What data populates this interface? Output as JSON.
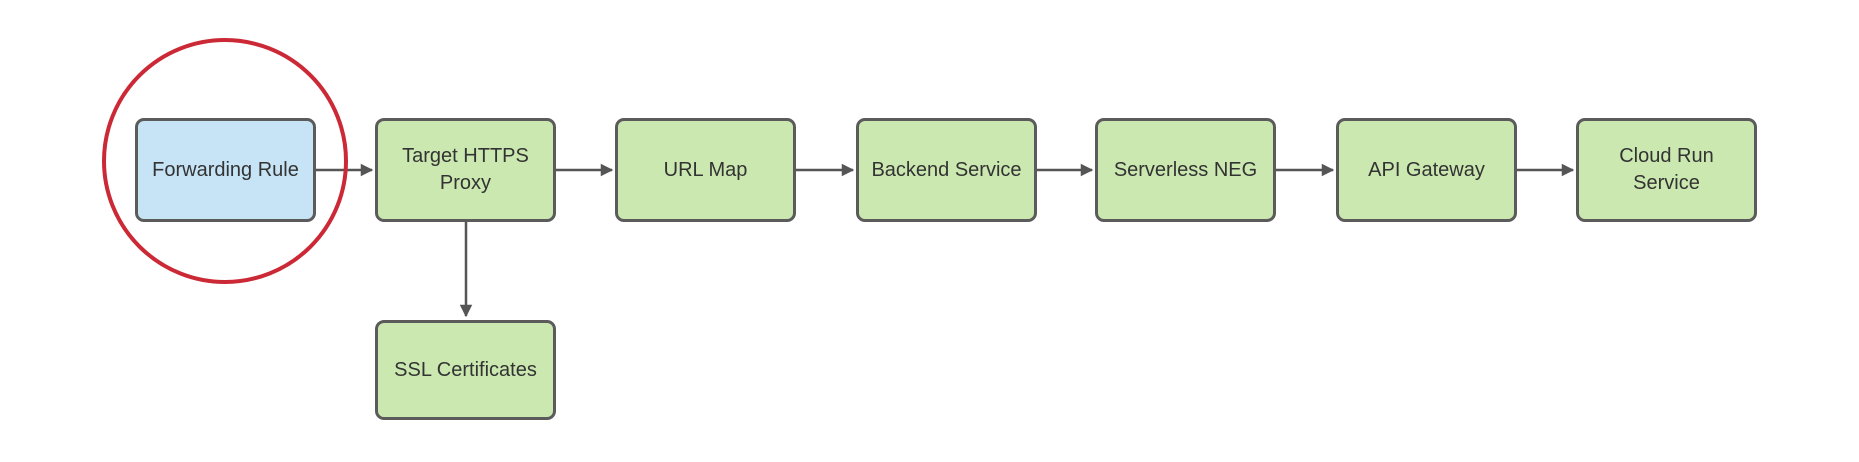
{
  "canvas": {
    "background": "#ffffff"
  },
  "colors": {
    "node_fill_green": "#cae8b0",
    "node_fill_blue": "#c6e4f6",
    "node_border": "#5b5b5b",
    "node_text": "#333333",
    "connector": "#555555",
    "highlight_circle": "#cc2936"
  },
  "nodes": [
    {
      "id": "forwarding-rule",
      "label": "Forwarding Rule",
      "fill": "#c6e4f6"
    },
    {
      "id": "target-https-proxy",
      "label": "Target HTTPS\nProxy",
      "fill": "#cae8b0"
    },
    {
      "id": "url-map",
      "label": "URL Map",
      "fill": "#cae8b0"
    },
    {
      "id": "backend-service",
      "label": "Backend Service",
      "fill": "#cae8b0"
    },
    {
      "id": "serverless-neg",
      "label": "Serverless NEG",
      "fill": "#cae8b0"
    },
    {
      "id": "api-gateway",
      "label": "API Gateway",
      "fill": "#cae8b0"
    },
    {
      "id": "cloud-run-service",
      "label": "Cloud Run\nService",
      "fill": "#cae8b0"
    },
    {
      "id": "ssl-certificates",
      "label": "SSL Certificates",
      "fill": "#cae8b0"
    }
  ],
  "edges": [
    {
      "from": "forwarding-rule",
      "to": "target-https-proxy"
    },
    {
      "from": "target-https-proxy",
      "to": "url-map"
    },
    {
      "from": "url-map",
      "to": "backend-service"
    },
    {
      "from": "backend-service",
      "to": "serverless-neg"
    },
    {
      "from": "serverless-neg",
      "to": "api-gateway"
    },
    {
      "from": "api-gateway",
      "to": "cloud-run-service"
    },
    {
      "from": "target-https-proxy",
      "to": "ssl-certificates"
    }
  ],
  "annotation": {
    "shape": "ellipse",
    "around": "forwarding-rule",
    "stroke": "#cc2936"
  }
}
